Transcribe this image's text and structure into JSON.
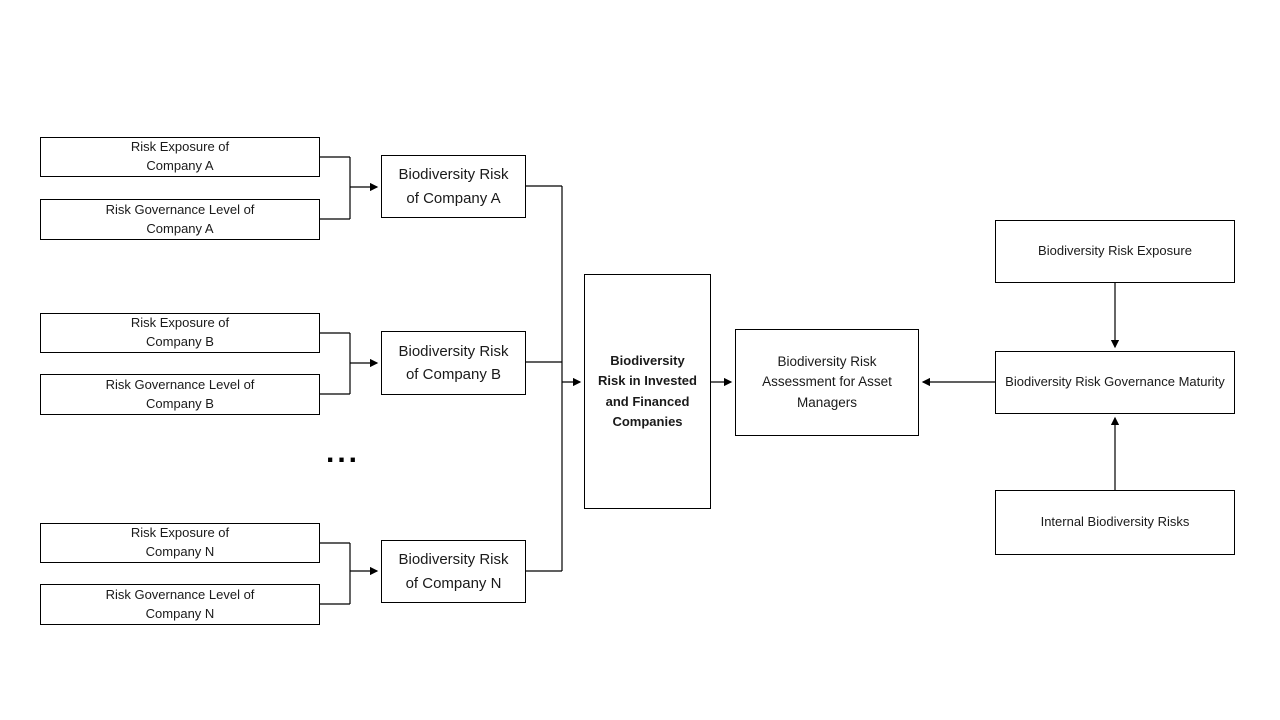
{
  "groups": [
    {
      "exposure": "Risk Exposure of\nCompany A",
      "governance": "Risk Governance Level of\nCompany A",
      "result": "Biodiversity  Risk\nof Company A"
    },
    {
      "exposure": "Risk Exposure of\nCompany B",
      "governance": "Risk Governance Level of\nCompany B",
      "result": "Biodiversity  Risk\nof Company B"
    },
    {
      "exposure": "Risk Exposure of\nCompany N",
      "governance": "Risk Governance Level of\nCompany N",
      "result": "Biodiversity  Risk\nof Company N"
    }
  ],
  "ellipsis": "...",
  "center_box": "Biodiversity\nRisk in Invested\nand Financed\nCompanies",
  "assessment_box": "Biodiversity Risk\nAssessment for Asset\nManagers",
  "right_column": {
    "exposure": "Biodiversity Risk Exposure",
    "maturity": "Biodiversity Risk Governance Maturity",
    "internal": "Internal Biodiversity Risks"
  },
  "colors": {
    "border": "#000000",
    "background": "#ffffff",
    "line": "#000000"
  }
}
